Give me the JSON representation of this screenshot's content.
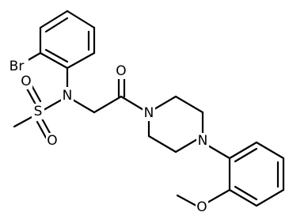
{
  "molecule": {
    "atoms": {
      "br": "Br",
      "n_sulfonamide": "N",
      "s": "S",
      "o_s_top": "O",
      "o_s_bottom": "O",
      "o_carbonyl": "O",
      "n_piperazine_1": "N",
      "n_piperazine_4": "N",
      "o_methoxy": "O"
    },
    "colors": {
      "bond": "#000000",
      "label": "#000000",
      "background": "#ffffff"
    }
  }
}
